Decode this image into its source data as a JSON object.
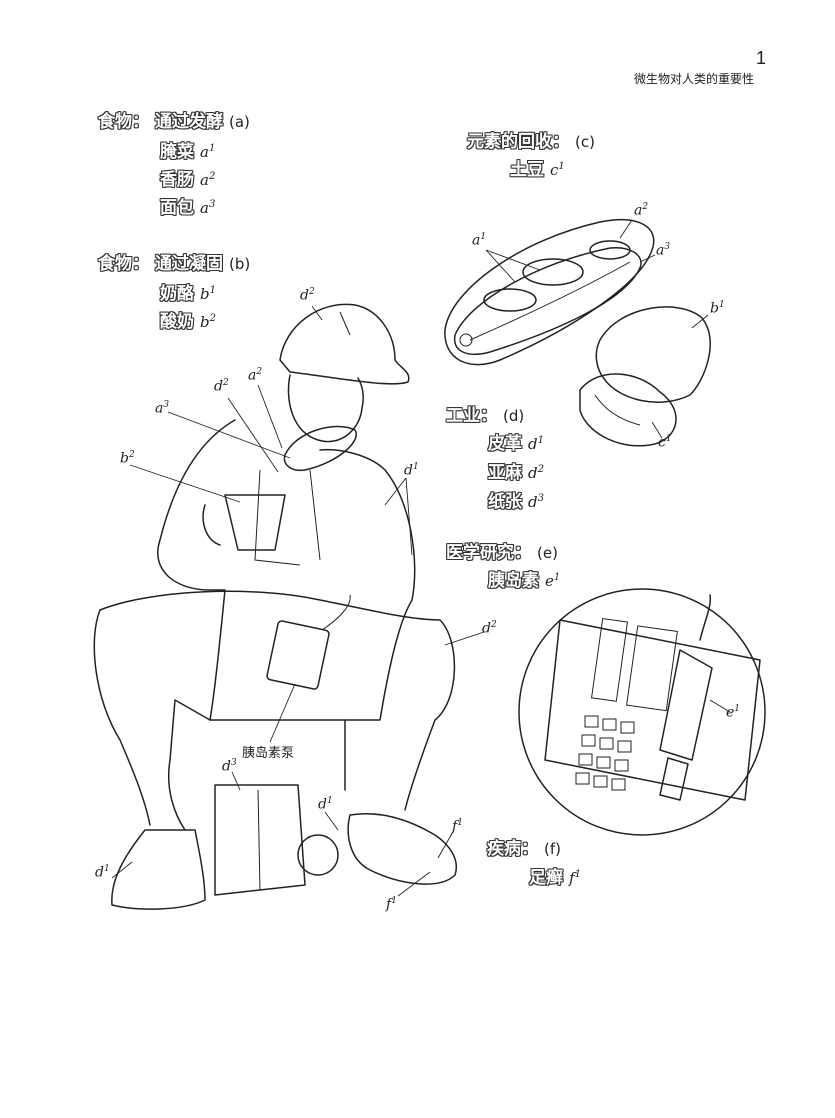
{
  "header": {
    "page_number": "1",
    "subtitle": "微生物对人类的重要性"
  },
  "groups": {
    "food_fermentation": {
      "title": "食物：",
      "subtitle": "通过发酵",
      "code": "(a)",
      "items": [
        {
          "label": "腌菜",
          "code": "a",
          "sup": "1"
        },
        {
          "label": "香肠",
          "code": "a",
          "sup": "2"
        },
        {
          "label": "面包",
          "code": "a",
          "sup": "3"
        }
      ]
    },
    "food_coagulation": {
      "title": "食物：",
      "subtitle": "通过凝固",
      "code": "(b)",
      "items": [
        {
          "label": "奶酪",
          "code": "b",
          "sup": "1"
        },
        {
          "label": "酸奶",
          "code": "b",
          "sup": "2"
        }
      ]
    },
    "element_recycling": {
      "title": "元素的回收：",
      "code": "(c)",
      "items": [
        {
          "label": "土豆",
          "code": "c",
          "sup": "1"
        }
      ]
    },
    "industry": {
      "title": "工业：",
      "code": "(d)",
      "items": [
        {
          "label": "皮革",
          "code": "d",
          "sup": "1"
        },
        {
          "label": "亚麻",
          "code": "d",
          "sup": "2"
        },
        {
          "label": "纸张",
          "code": "d",
          "sup": "3"
        }
      ]
    },
    "medical_research": {
      "title": "医学研究：",
      "code": "(e)",
      "items": [
        {
          "label": "胰岛素",
          "code": "e",
          "sup": "1"
        }
      ]
    },
    "disease": {
      "title": "疾病：",
      "code": "(f)",
      "items": [
        {
          "label": "足癣",
          "code": "f",
          "sup": "1"
        }
      ]
    }
  },
  "illustration": {
    "pump_label": "胰岛素泵",
    "callouts": [
      {
        "id": "hat",
        "code": "d",
        "sup": "2"
      },
      {
        "id": "sandwich",
        "code": "a",
        "sup": "2"
      },
      {
        "id": "collar",
        "code": "d",
        "sup": "2"
      },
      {
        "id": "bread",
        "code": "a",
        "sup": "3"
      },
      {
        "id": "yogurt",
        "code": "b",
        "sup": "2"
      },
      {
        "id": "jacket",
        "code": "d",
        "sup": "1"
      },
      {
        "id": "pants",
        "code": "d",
        "sup": "2"
      },
      {
        "id": "bag",
        "code": "d",
        "sup": "3"
      },
      {
        "id": "shoe-right",
        "code": "d",
        "sup": "1"
      },
      {
        "id": "shoe-left",
        "code": "d",
        "sup": "1"
      },
      {
        "id": "foot-top",
        "code": "f",
        "sup": "1"
      },
      {
        "id": "foot-bottom",
        "code": "f",
        "sup": "1"
      },
      {
        "id": "pickle",
        "code": "a",
        "sup": "1"
      },
      {
        "id": "sausage",
        "code": "a",
        "sup": "2"
      },
      {
        "id": "bun",
        "code": "a",
        "sup": "3"
      },
      {
        "id": "cheese",
        "code": "b",
        "sup": "1"
      },
      {
        "id": "potato",
        "code": "c",
        "sup": "1"
      },
      {
        "id": "insulin",
        "code": "e",
        "sup": "1"
      }
    ]
  }
}
